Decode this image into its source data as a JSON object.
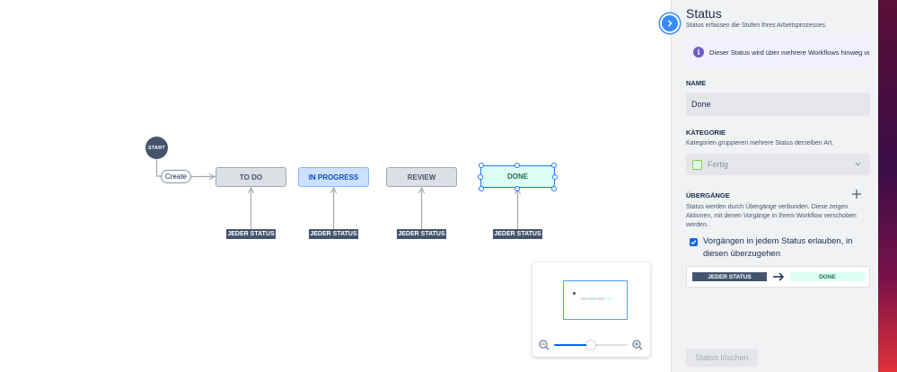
{
  "canvas": {
    "start_label": "START",
    "create_label": "Create",
    "statuses": [
      {
        "label": "TO DO"
      },
      {
        "label": "IN PROGRESS"
      },
      {
        "label": "REVIEW"
      },
      {
        "label": "DONE"
      }
    ],
    "any_status_label": "JEDER STATUS"
  },
  "panel": {
    "title": "Status",
    "subtitle": "Status erfassen die Stufen Ihres Arbeitsprozesses.",
    "info_text": "Dieser Status wird über mehrere Workflows hinweg verwendet.",
    "name_label": "NAME",
    "name_value": "Done",
    "category_label": "KATEGORIE",
    "category_hint": "Kategorien gruppieren mehrere Status derselben Art.",
    "category_value": "Fertig",
    "transitions_label": "ÜBERGÄNGE",
    "transitions_hint": "Status werden durch Übergänge verbunden. Diese zeigen Aktionen, mit denen Vorgänge in Ihrem Workflow verschoben werden.",
    "allow_all_label": "Vorgängen in jedem Status erlauben, in diesen überzugehen",
    "allow_all_checked": true,
    "transition_from": "JEDER STATUS",
    "transition_to": "DONE",
    "delete_label": "Status löschen"
  },
  "minimap": {
    "zoom_level": 0.5
  },
  "colors": {
    "accent": "#0c66e4",
    "done_bg": "#dcfff1",
    "inprogress_bg": "#cce0ff",
    "todo_bg": "#dcdfe4",
    "info_purple": "#6e5dc6"
  }
}
